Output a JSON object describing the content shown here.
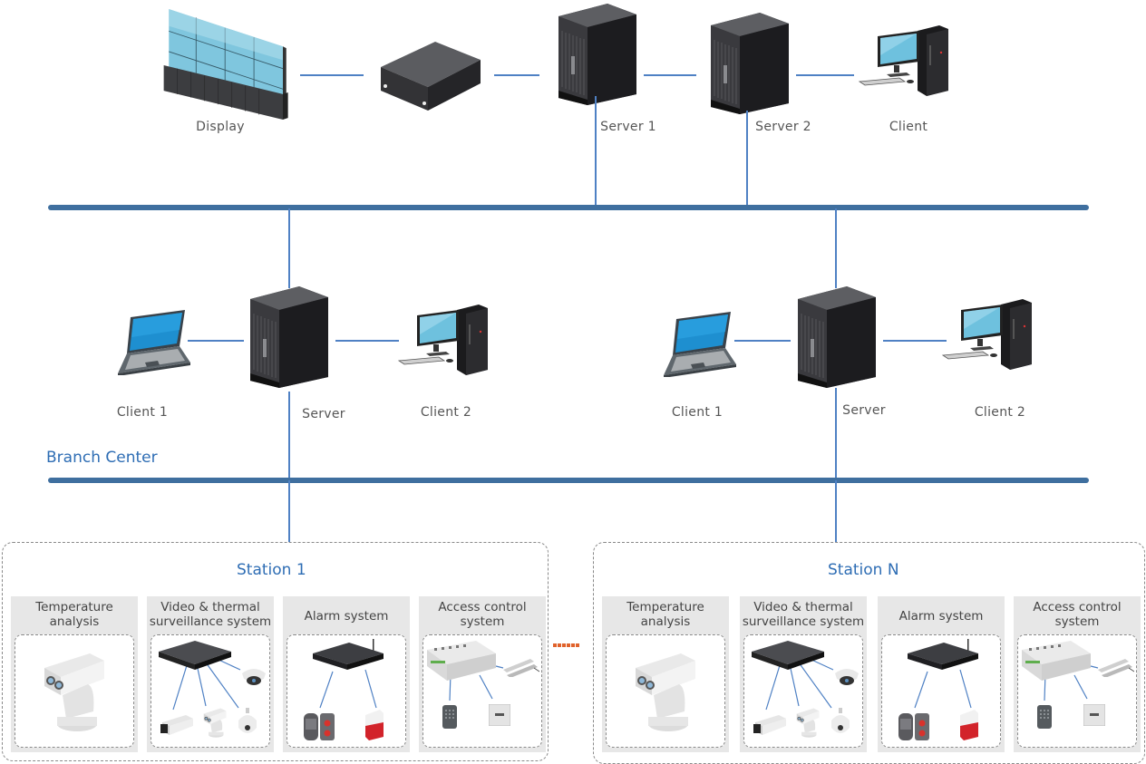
{
  "colors": {
    "bus": "#3f6f9f",
    "link": "#4f81c4",
    "title_blue": "#2e6db4",
    "separator": "#e0622b",
    "panel_bg": "#e7e7e7"
  },
  "headquarters": {
    "display_label": "Display",
    "decoder_label": "",
    "server1_label": "Server 1",
    "server2_label": "Server 2",
    "client_label": "Client"
  },
  "branch_center": {
    "title": "Branch  Center",
    "left": {
      "client1_label": "Client 1",
      "server_label": "Server",
      "client2_label": "Client 2"
    },
    "right": {
      "client1_label": "Client 1",
      "server_label": "Server",
      "client2_label": "Client 2"
    }
  },
  "stations": [
    {
      "title": "Station 1",
      "panels": [
        {
          "title": "Temperature analysis",
          "devices": [
            "thermal-ptz-camera"
          ]
        },
        {
          "title": "Video & thermal surveillance system",
          "devices": [
            "nvr",
            "bullet-camera",
            "thermal-camera",
            "speed-dome",
            "dome-camera"
          ]
        },
        {
          "title": "Alarm system",
          "devices": [
            "alarm-hub",
            "beam-detector",
            "siren"
          ]
        },
        {
          "title": "Access control system",
          "devices": [
            "access-controller",
            "card-reader",
            "exit-button",
            "magnetic-lock"
          ]
        }
      ]
    },
    {
      "title": "Station N",
      "panels": [
        {
          "title": "Temperature analysis",
          "devices": [
            "thermal-ptz-camera"
          ]
        },
        {
          "title": "Video & thermal surveillance system",
          "devices": [
            "nvr",
            "bullet-camera",
            "thermal-camera",
            "speed-dome",
            "dome-camera"
          ]
        },
        {
          "title": "Alarm system",
          "devices": [
            "alarm-hub",
            "beam-detector",
            "siren"
          ]
        },
        {
          "title": "Access control system",
          "devices": [
            "access-controller",
            "card-reader",
            "exit-button",
            "magnetic-lock"
          ]
        }
      ]
    }
  ],
  "panel_titles": {
    "temperature_l1": "Temperature",
    "temperature_l2": "analysis",
    "video_l1": "Video & thermal",
    "video_l2": "surveillance system",
    "alarm_l1": "Alarm system",
    "access_l1": "Access control",
    "access_l2": "system"
  }
}
